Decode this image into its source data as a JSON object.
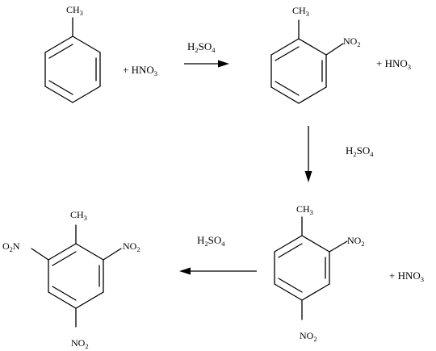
{
  "molecules": {
    "toluene": {
      "methyl": "CH3"
    },
    "nitrotoluene": {
      "methyl": "CH3",
      "nitro": "NO2"
    },
    "dinitrotoluene": {
      "methyl": "CH3",
      "nitro_2": "NO2",
      "nitro_4": "NO2"
    },
    "trinitrotoluene": {
      "methyl": "CH3",
      "nitro_left": "O2N",
      "nitro_right": "NO2",
      "nitro_bottom": "NO2"
    }
  },
  "reagents": {
    "hno3_1": "+ HNO3",
    "hno3_2": "+ HNO3",
    "hno3_3": "+ HNO3"
  },
  "conditions": {
    "step1": "H2SO4",
    "step2": "H2SO4",
    "step3": "H2SO4"
  }
}
